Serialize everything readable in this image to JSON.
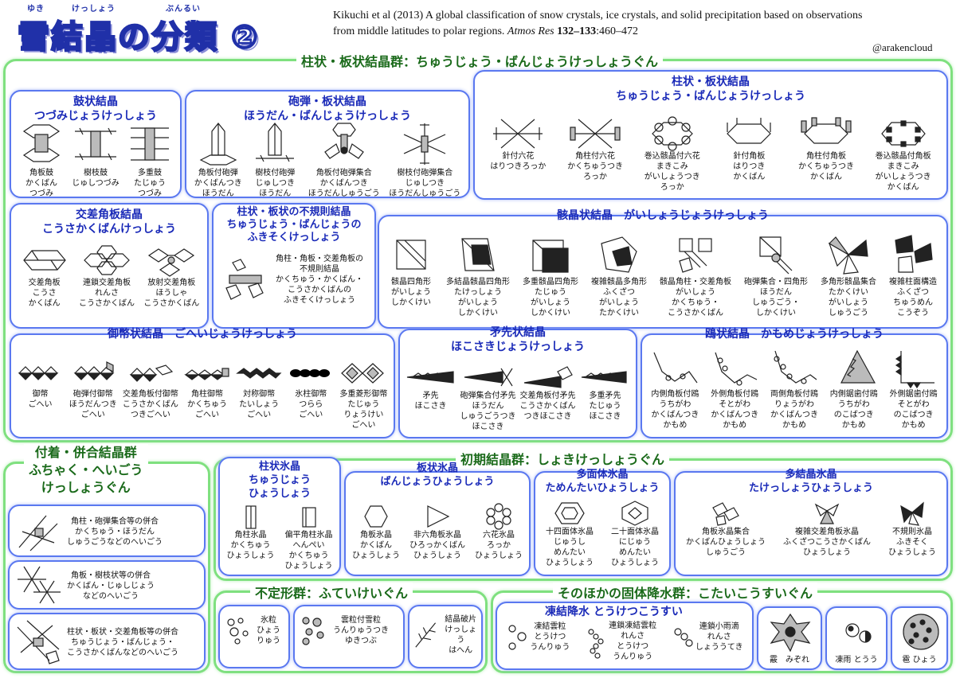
{
  "header": {
    "title": "雪結晶の分類 ②",
    "furigana": [
      "ゆき",
      "けっしょう",
      "ぶんるい"
    ],
    "citation_line1": "Kikuchi et al (2013) A global classification of snow crystals, ice crystals, and solid precipitation based on observations",
    "citation_line2_a": "from middle latitudes to polar regions. ",
    "citation_journal": "Atmos Res",
    "citation_volume": " 132–133",
    "citation_pages": ":460–472",
    "handle": "@arakencloud"
  },
  "groups": {
    "columnar_plate": "柱状・板状結晶群：ちゅうじょう・ばんじょうけっしょうぐん",
    "attached": "付着・併合結晶群\nふちゃく・へいごう\nけっしょうぐん",
    "initial": "初期結晶群：しょきけっしょうぐん",
    "irregular": "不定形群：ふていけいぐん",
    "other": "そのほかの固体降水群：こたいこうすいぐん"
  },
  "boxes": {
    "drum": {
      "title": "鼓状結晶\nつづみじょうけっしょう",
      "items": [
        "角板鼓\nかくばん\nつづみ",
        "樹枝鼓\nじゅしつづみ",
        "多重鼓\nたじゅう\nつづみ"
      ]
    },
    "bullet": {
      "title": "砲弾・板状結晶\nほうだん・ばんじょうけっしょう",
      "items": [
        "角板付砲弾\nかくばんつき\nほうだん",
        "樹枝付砲弾\nじゅしつき\nほうだん",
        "角板付砲弾集合\nかくばんつき\nほうだんしゅうごう",
        "樹枝付砲弾集合\nじゅしつき\nほうだんしゅうごう"
      ]
    },
    "column_plate": {
      "title": "柱状・板状結晶\nちゅうじょう・ばんじょうけっしょう",
      "items": [
        "針付六花\nはりつきろっか",
        "角柱付六花\nかくちゅうつき\nろっか",
        "巻込骸晶付六花\nまきこみ\nがいしょうつき\nろっか",
        "針付角板\nはりつき\nかくばん",
        "角柱付角板\nかくちゅうつき\nかくばん",
        "巻込骸晶付角板\nまきこみ\nがいしょうつき\nかくばん"
      ]
    },
    "crossed": {
      "title": "交差角板結晶\nこうさかくばんけっしょう",
      "items": [
        "交差角板\nこうさ\nかくばん",
        "連鎖交差角板\nれんさ\nこうさかくばん",
        "放射交差角板\nほうしゃ\nこうさかくばん"
      ]
    },
    "irregular_cp": {
      "title": "柱状・板状の不規則結晶\nちゅうじょう・ばんじょうの\nふきそくけっしょう",
      "items": [
        "角柱・角板・交差角板の\n不規則結晶\nかくちゅう・かくばん・\nこうさかくばんの\nふきそくけっしょう"
      ]
    },
    "skeletal": {
      "title": "骸晶状結晶　がいしょうじょうけっしょう",
      "items": [
        "骸晶四角形\nがいしょう\nしかくけい",
        "多結晶骸晶四角形\nたけっしょう\nがいしょう\nしかくけい",
        "多重骸晶四角形\nたじゅう\nがいしょう\nしかくけい",
        "複雑骸晶多角形\nふくざつ\nがいしょう\nたかくけい",
        "骸晶角柱・交差角板\nがいしょう\nかくちゅう・\nこうさかくばん",
        "砲弾集合・四角形\nほうだん\nしゅうごう・\nしかくけい",
        "多角形骸晶集合\nたかくけい\nがいしょう\nしゅうごう",
        "複雑柱面構造\nふくざつ\nちゅうめん\nこうぞう"
      ]
    },
    "gohei": {
      "title": "御幣状結晶　ごへいじょうけっしょう",
      "items": [
        "御幣\nごへい",
        "砲弾付御幣\nほうだんつき\nごへい",
        "交差角板付御幣\nこうさかくばん\nつきごへい",
        "角柱御幣\nかくちゅう\nごへい",
        "対称御幣\nたいしょう\nごへい",
        "氷柱御幣\nつらら\nごへい",
        "多重菱形御幣\nたじゅう\nりょうけい\nごへい"
      ]
    },
    "spear": {
      "title": "矛先状結晶\nほこさきじょうけっしょう",
      "items": [
        "矛先\nほこさき",
        "砲弾集合付矛先\nほうだん\nしゅうごうつき\nほこさき",
        "交差角板付矛先\nこうさかくばん\nつきほこさき",
        "多重矛先\nたじゅう\nほこさき"
      ]
    },
    "seagull": {
      "title": "鴎状結晶　かもめじょうけっしょう",
      "items": [
        "内側角板付鴎\nうちがわ\nかくばんつき\nかもめ",
        "外側角板付鴎\nそとがわ\nかくばんつき\nかもめ",
        "両側角板付鴎\nりょうがわ\nかくばんつき\nかもめ",
        "内側鋸歯付鴎\nうちがわ\nのこばつき\nかもめ",
        "外側鋸歯付鴎\nそとがわ\nのこばつき\nかもめ"
      ]
    },
    "attach_items": [
      "角柱・砲弾集合等の併合\nかくちゅう・ほうだん\nしゅうごうなどのへいごう",
      "角板・樹枝状等の併合\nかくばん・じゅしじょう\nなどのへいごう",
      "柱状・板状・交差角板等の併合\nちゅうじょう・ばんじょう・\nこうさかくばんなどのへいごう"
    ],
    "col_ice": {
      "title": "柱状氷晶\nちゅうじょう\nひょうしょう",
      "items": [
        "角柱氷晶\nかくちゅう\nひょうしょう",
        "偏平角柱氷晶\nへんぺい\nかくちゅう\nひょうしょう"
      ]
    },
    "plate_ice": {
      "title": "板状氷晶\nばんじょうひょうしょう",
      "items": [
        "角板氷晶\nかくばん\nひょうしょう",
        "非六角板氷晶\nひろっかくばん\nひょうしょう",
        "六花氷晶\nろっか\nひょうしょう"
      ]
    },
    "poly_ice": {
      "title": "多面体氷晶\nためんたいひょうしょう",
      "items": [
        "十四面体氷晶\nじゅうし\nめんたい\nひょうしょう",
        "二十面体氷晶\nにじゅう\nめんたい\nひょうしょう"
      ]
    },
    "multi_ice": {
      "title": "多結晶氷晶\nたけっしょうひょうしょう",
      "items": [
        "角板氷晶集合\nかくばんひょうしょう\nしゅうごう",
        "複雑交差角板氷晶\nふくざつこうさかくばん\nひょうしょう",
        "不規則氷晶\nふきそく\nひょうしょう"
      ]
    },
    "irregular_items": [
      "氷粒\nひょう\nりゅう",
      "雲粒付雪粒\nうんりゅうつき\nゆきつぶ",
      "結晶破片\nけっしょう\nはへん"
    ],
    "frozen": {
      "title": "凍結降水 とうけつこうすい",
      "items": [
        "凍結雲粒\nとうけつ\nうんりゅう",
        "連鎖凍結雲粒\nれんさ\nとうけつ\nうんりゅう",
        "連鎖小雨滴\nれんさ\nしょううてき"
      ]
    },
    "graupel": "霰　みぞれ",
    "freezing_rain": "凍雨 とうう",
    "hail": "雹 ひょう"
  }
}
